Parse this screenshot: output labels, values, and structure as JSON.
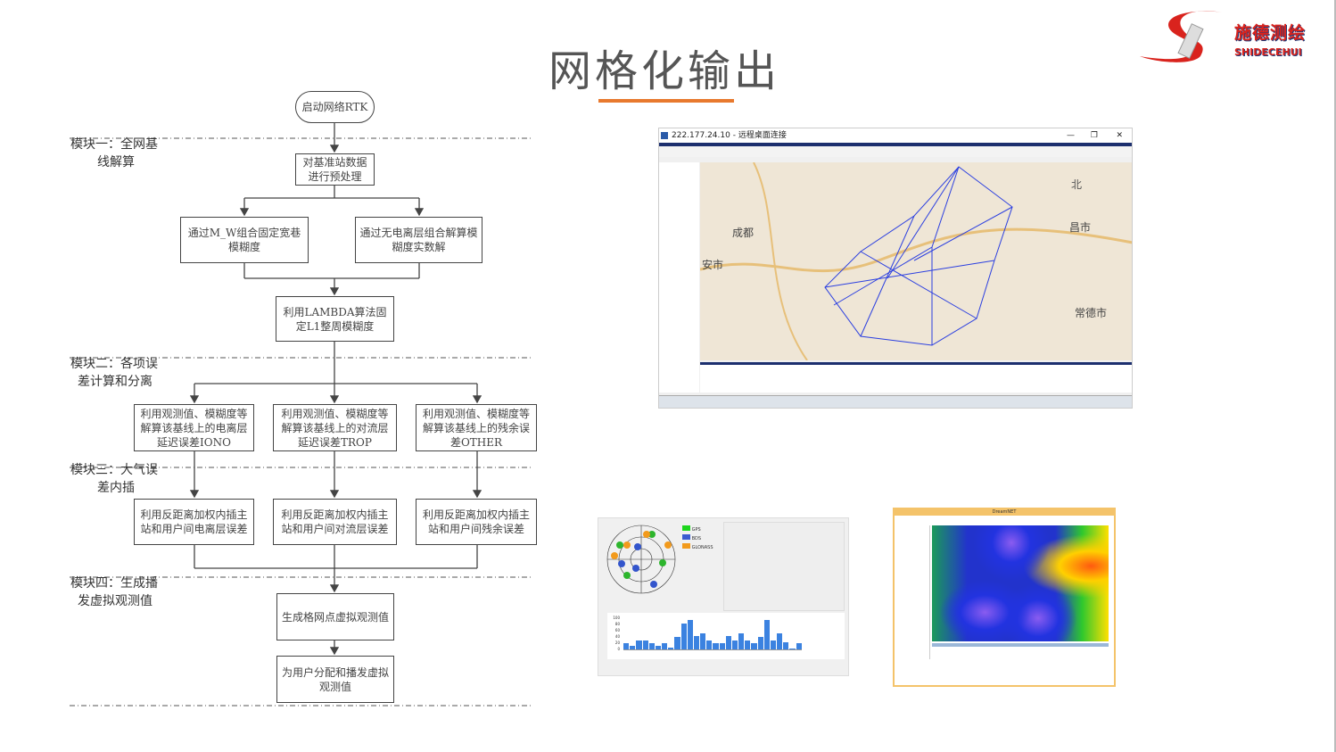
{
  "slide": {
    "title": "网格化输出",
    "accent": "#E8792E"
  },
  "logo": {
    "cn": "施德测绘",
    "en": "SHIDECEHUI"
  },
  "flowchart": {
    "start": "启动网络RTK",
    "modules": [
      {
        "line1": "模块一：全网基",
        "line2": "线解算"
      },
      {
        "line1": "模块二：各项误",
        "line2": "差计算和分离"
      },
      {
        "line1": "模块三：大气误",
        "line2": "差内插"
      },
      {
        "line1": "模块四：生成播",
        "line2": "发虚拟观测值"
      }
    ],
    "preprocess": "对基准站数据进行预处理",
    "mw": "通过M_W组合固定宽巷模糊度",
    "iono_free": "通过无电离层组合解算模糊度实数解",
    "lambda": "利用LAMBDA算法固定L1整周模糊度",
    "errors": [
      "利用观测值、模糊度等解算该基线上的电离层延迟误差IONO",
      "利用观测值、模糊度等解算该基线上的对流层延迟误差TROP",
      "利用观测值、模糊度等解算该基线上的残余误差OTHER"
    ],
    "interp": [
      "利用反距离加权内插主站和用户间电离层误差",
      "利用反距离加权内插主站和用户间对流层误差",
      "利用反距离加权内插主站和用户间残余误差"
    ],
    "grid": "生成格网点虚拟观测值",
    "broadcast": "为用户分配和播发虚拟观测值"
  },
  "rdp": {
    "title": "222.177.24.10 - 远程桌面连接",
    "min": "—",
    "restore": "❐",
    "close": "✕",
    "map_labels": [
      "成都",
      "安市",
      "北",
      "昌市",
      "常德市"
    ]
  },
  "sky": {
    "legend": [
      "GPS",
      "BDS",
      "GLONASS"
    ],
    "yticks": [
      "100",
      "80",
      "60",
      "40",
      "20",
      "0"
    ],
    "bars": [
      20,
      10,
      28,
      28,
      20,
      10,
      20,
      5,
      38,
      78,
      88,
      40,
      48,
      28,
      20,
      20,
      40,
      28,
      48,
      28,
      20,
      38,
      88,
      28,
      48,
      22,
      3,
      20
    ]
  },
  "dreamnet": {
    "title": "DreamNET"
  }
}
